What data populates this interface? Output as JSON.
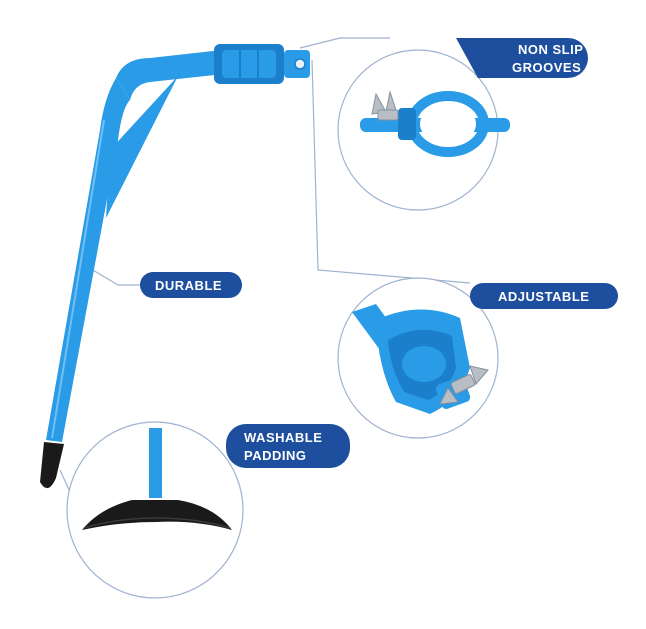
{
  "colors": {
    "product_blue": "#2a9be6",
    "product_blue_dark": "#1b7fcc",
    "label_navy": "#1d4f9e",
    "leader_line": "#9fb3cf",
    "padding_black": "#1a1a1a",
    "background": "#ffffff"
  },
  "callouts": {
    "non_slip": {
      "line1": "NON SLIP",
      "line2": "GROOVES"
    },
    "durable": {
      "text": "DURABLE"
    },
    "adjustable": {
      "text": "ADJUSTABLE"
    },
    "washable": {
      "line1": "WASHABLE",
      "line2": "PADDING"
    }
  },
  "icons": [
    "clamp-detail",
    "wing-nut",
    "rubber-foot",
    "padding-pad"
  ]
}
